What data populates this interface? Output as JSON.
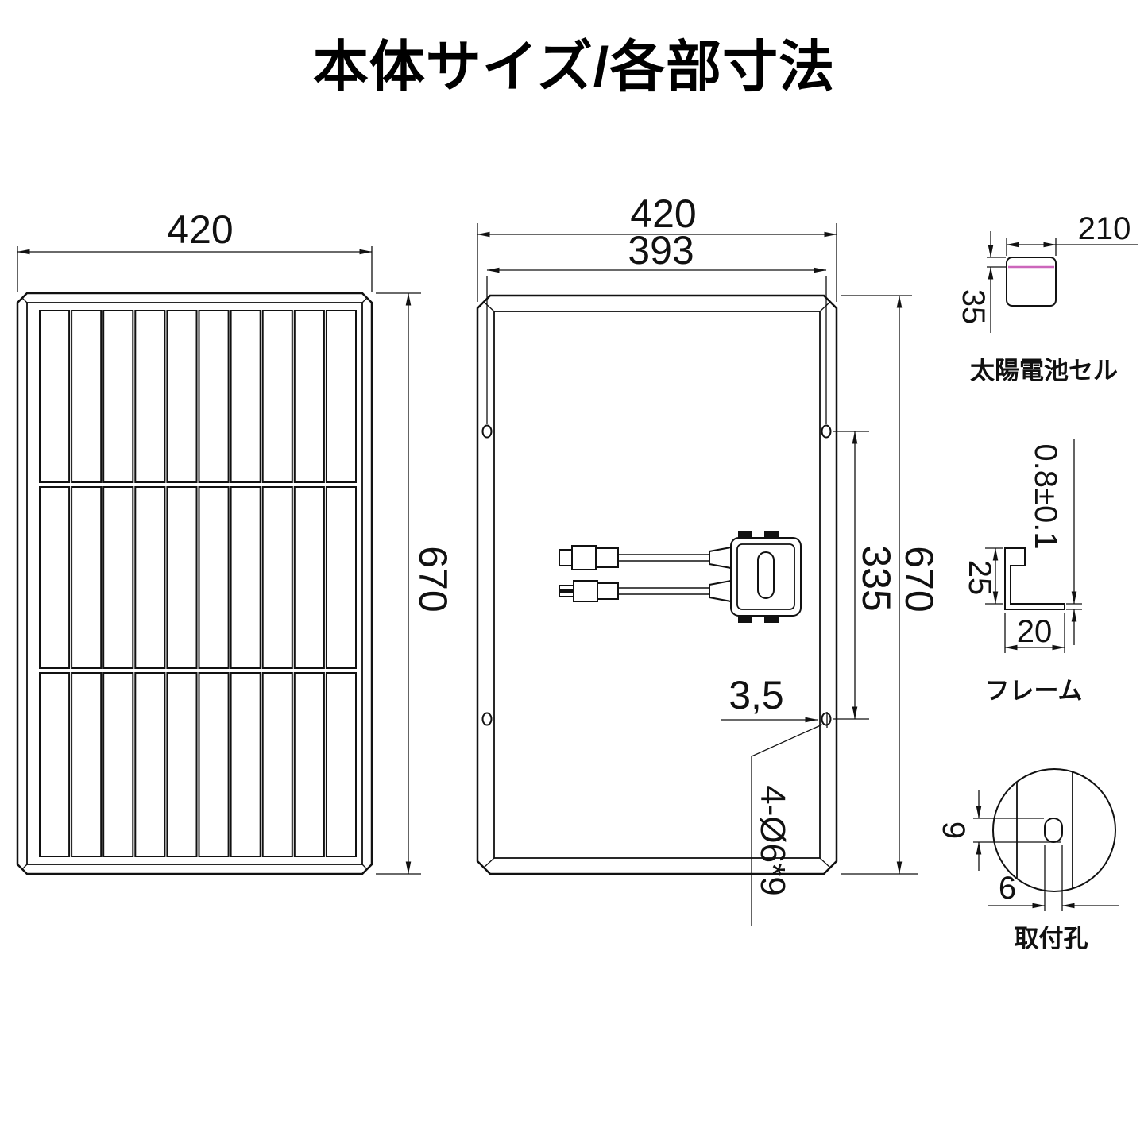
{
  "title": "本体サイズ/各部寸法",
  "colors": {
    "line": "#111111",
    "cell_cut_line": "#cc66bb"
  },
  "front_view": {
    "width_dim": "420",
    "height_dim": "670",
    "cell_columns": 10,
    "cell_rows": 3
  },
  "back_view": {
    "outer_width_dim": "420",
    "hole_span_dim": "393",
    "hole_height_dim": "335",
    "height_dim": "670",
    "hole_offset_dim": "3,5",
    "holes_note": "4-Ø6*9"
  },
  "cell_detail": {
    "width_dim": "210",
    "height_dim": "35",
    "label": "太陽電池セル"
  },
  "frame_detail": {
    "thickness_dim": "0.8±0.1",
    "height_dim": "25",
    "width_dim": "20",
    "label": "フレーム"
  },
  "hole_detail": {
    "slot_length_dim": "9",
    "slot_width_dim": "6",
    "label": "取付孔"
  }
}
